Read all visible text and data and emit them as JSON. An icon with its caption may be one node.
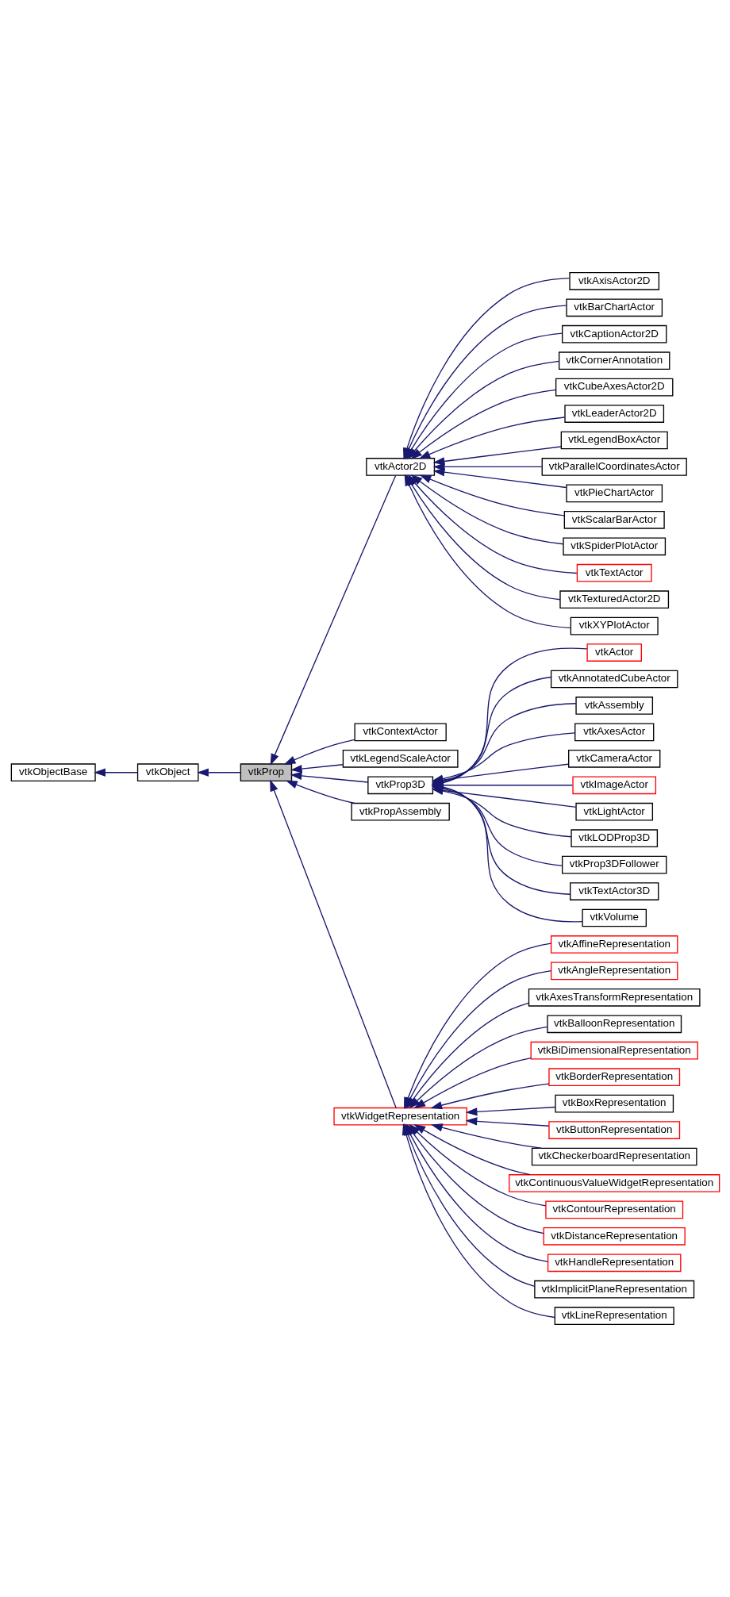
{
  "diagram": {
    "nodes": [
      {
        "text": [
          "vtkObjectBase"
        ]
      },
      {
        "text": [
          "vtkObject"
        ]
      },
      {
        "text": [
          "vtkProp"
        ]
      },
      {
        "text": [
          "vtkActor2D"
        ]
      },
      {
        "text": [
          "vtkContextActor"
        ]
      },
      {
        "text": [
          "vtkLegendScaleActor"
        ]
      },
      {
        "text": [
          "vtkProp3D"
        ]
      },
      {
        "text": [
          "vtkPropAssembly"
        ]
      },
      {
        "text": [
          "vtkWidgetRepresentation"
        ]
      },
      {
        "text": [
          "vtkAxisActor2D"
        ]
      },
      {
        "text": [
          "vtkBarChartActor"
        ]
      },
      {
        "text": [
          "vtkCaptionActor2D"
        ]
      },
      {
        "text": [
          "vtkCornerAnnotation"
        ]
      },
      {
        "text": [
          "vtkCubeAxesActor2D"
        ]
      },
      {
        "text": [
          "vtkLeaderActor2D"
        ]
      },
      {
        "text": [
          "vtkLegendBoxActor"
        ]
      },
      {
        "text": [
          "vtkParallelCoordinatesActor"
        ]
      },
      {
        "text": [
          "vtkPieChartActor"
        ]
      },
      {
        "text": [
          "vtkScalarBarActor"
        ]
      },
      {
        "text": [
          "vtkSpiderPlotActor"
        ]
      },
      {
        "text": [
          "vtkTextActor"
        ]
      },
      {
        "text": [
          "vtkTexturedActor2D"
        ]
      },
      {
        "text": [
          "vtkXYPlotActor"
        ]
      },
      {
        "text": [
          "vtkActor"
        ]
      },
      {
        "text": [
          "vtkAnnotatedCubeActor"
        ]
      },
      {
        "text": [
          "vtkAssembly"
        ]
      },
      {
        "text": [
          "vtkAxesActor"
        ]
      },
      {
        "text": [
          "vtkCameraActor"
        ]
      },
      {
        "text": [
          "vtkImageActor"
        ]
      },
      {
        "text": [
          "vtkLightActor"
        ]
      },
      {
        "text": [
          "vtkLODProp3D"
        ]
      },
      {
        "text": [
          "vtkProp3DFollower"
        ]
      },
      {
        "text": [
          "vtkTextActor3D"
        ]
      },
      {
        "text": [
          "vtkVolume"
        ]
      },
      {
        "text": [
          "vtkAffineRepresentation"
        ]
      },
      {
        "text": [
          "vtkAngleRepresentation"
        ]
      },
      {
        "text": [
          "vtkAxesTransformRepresentation"
        ]
      },
      {
        "text": [
          "vtkBalloonRepresentation"
        ]
      },
      {
        "text": [
          "vtkBiDimensionalRepresentation"
        ]
      },
      {
        "text": [
          "vtkBorderRepresentation"
        ]
      },
      {
        "text": [
          "vtkBoxRepresentation"
        ]
      },
      {
        "text": [
          "vtkButtonRepresentation"
        ]
      },
      {
        "text": [
          "vtkCheckerboardRepresentation"
        ]
      },
      {
        "text": [
          "vtkContinuousValueWidgetRepresentation"
        ]
      },
      {
        "text": [
          "vtkContourRepresentation"
        ]
      },
      {
        "text": [
          "vtkDistanceRepresentation"
        ]
      },
      {
        "text": [
          "vtkHandleRepresentation"
        ]
      },
      {
        "text": [
          "vtkImplicitPlaneRepresentation"
        ]
      },
      {
        "text": [
          "vtkLineRepresentation"
        ]
      }
    ],
    "edges": [
      {
        "from": 1,
        "to": 0,
        "arrow": "to"
      },
      {
        "from": 2,
        "to": 1,
        "arrow": "to"
      },
      {
        "from": 3,
        "to": 2,
        "arrow": "to"
      },
      {
        "from": 4,
        "to": 2,
        "arrow": "to"
      },
      {
        "from": 5,
        "to": 2,
        "arrow": "to"
      },
      {
        "from": 6,
        "to": 2,
        "arrow": "to"
      },
      {
        "from": 7,
        "to": 2,
        "arrow": "to"
      },
      {
        "from": 8,
        "to": 2,
        "arrow": "to"
      },
      {
        "from": 9,
        "to": 3,
        "arrow": "to"
      },
      {
        "from": 10,
        "to": 3,
        "arrow": "to"
      },
      {
        "from": 11,
        "to": 3,
        "arrow": "to"
      },
      {
        "from": 12,
        "to": 3,
        "arrow": "to"
      },
      {
        "from": 13,
        "to": 3,
        "arrow": "to"
      },
      {
        "from": 14,
        "to": 3,
        "arrow": "to"
      },
      {
        "from": 15,
        "to": 3,
        "arrow": "to"
      },
      {
        "from": 16,
        "to": 3,
        "arrow": "to"
      },
      {
        "from": 17,
        "to": 3,
        "arrow": "to"
      },
      {
        "from": 18,
        "to": 3,
        "arrow": "to"
      },
      {
        "from": 19,
        "to": 3,
        "arrow": "to"
      },
      {
        "from": 20,
        "to": 3,
        "arrow": "to"
      },
      {
        "from": 21,
        "to": 3,
        "arrow": "to"
      },
      {
        "from": 22,
        "to": 3,
        "arrow": "to"
      },
      {
        "from": 23,
        "to": 6,
        "arrow": "to"
      },
      {
        "from": 24,
        "to": 6,
        "arrow": "to"
      },
      {
        "from": 25,
        "to": 6,
        "arrow": "to"
      },
      {
        "from": 26,
        "to": 6,
        "arrow": "to"
      },
      {
        "from": 27,
        "to": 6,
        "arrow": "to"
      },
      {
        "from": 28,
        "to": 6,
        "arrow": "to"
      },
      {
        "from": 29,
        "to": 6,
        "arrow": "to"
      },
      {
        "from": 30,
        "to": 6,
        "arrow": "to"
      },
      {
        "from": 31,
        "to": 6,
        "arrow": "to"
      },
      {
        "from": 32,
        "to": 6,
        "arrow": "to"
      },
      {
        "from": 33,
        "to": 6,
        "arrow": "to"
      },
      {
        "from": 34,
        "to": 8,
        "arrow": "to"
      },
      {
        "from": 35,
        "to": 8,
        "arrow": "to"
      },
      {
        "from": 36,
        "to": 8,
        "arrow": "to"
      },
      {
        "from": 37,
        "to": 8,
        "arrow": "to"
      },
      {
        "from": 38,
        "to": 8,
        "arrow": "to"
      },
      {
        "from": 39,
        "to": 8,
        "arrow": "to"
      },
      {
        "from": 40,
        "to": 8,
        "arrow": "to"
      },
      {
        "from": 41,
        "to": 8,
        "arrow": "to"
      },
      {
        "from": 42,
        "to": 8,
        "arrow": "to"
      },
      {
        "from": 43,
        "to": 8,
        "arrow": "to"
      },
      {
        "from": 44,
        "to": 8,
        "arrow": "to"
      },
      {
        "from": 45,
        "to": 8,
        "arrow": "to"
      },
      {
        "from": 46,
        "to": 8,
        "arrow": "to"
      },
      {
        "from": 47,
        "to": 8,
        "arrow": "to"
      },
      {
        "from": 48,
        "to": 8,
        "arrow": "to"
      }
    ]
  }
}
